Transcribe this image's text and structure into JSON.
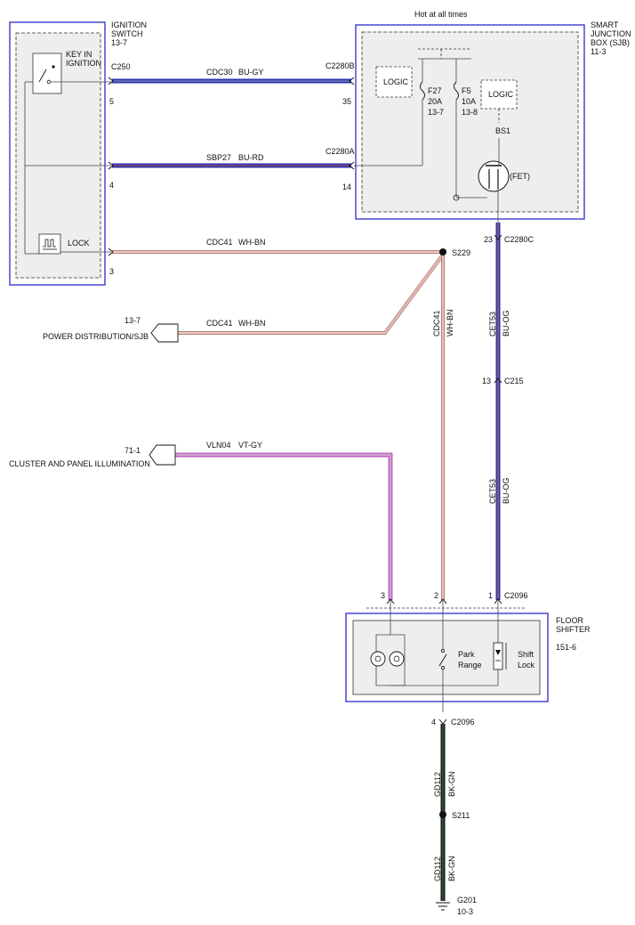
{
  "components": {
    "ignition_switch": {
      "title_line1": "IGNITION",
      "title_line2": "SWITCH",
      "ref": "13-7",
      "connector": "C250",
      "key_label_1": "KEY IN",
      "key_label_2": "IGNITION",
      "lock_label": "LOCK",
      "pins": [
        "5",
        "4",
        "3"
      ]
    },
    "sjb": {
      "title_line1": "SMART",
      "title_line2": "JUNCTION",
      "title_line3": "BOX (SJB)",
      "ref": "11-3",
      "hot_label": "Hot at all times",
      "logic_label": "LOGIC",
      "fuse1": {
        "name": "F27",
        "rating": "20A",
        "ref": "13-7"
      },
      "fuse2": {
        "name": "F5",
        "rating": "10A",
        "ref": "13-8"
      },
      "bs_label": "BS1",
      "fet_label": "(FET)"
    },
    "floor_shifter": {
      "title_line1": "FLOOR",
      "title_line2": "SHIFTER",
      "ref": "151-6",
      "park_1": "Park",
      "park_2": "Range",
      "shift_1": "Shift",
      "shift_2": "Lock"
    },
    "power_dist": {
      "ref": "13-7",
      "label": "POWER DISTRIBUTION/SJB"
    },
    "cluster": {
      "ref": "71-1",
      "label": "CLUSTER AND PANEL ILLUMINATION"
    },
    "ground": {
      "name": "G201",
      "ref": "10-3"
    }
  },
  "wires": {
    "cdc30": {
      "circuit": "CDC30",
      "color": "BU-GY",
      "connector": "C2280B",
      "pin": "35"
    },
    "sbp27": {
      "circuit": "SBP27",
      "color": "BU-RD",
      "connector": "C2280A",
      "pin": "14"
    },
    "cdc41_top": {
      "circuit": "CDC41",
      "color": "WH-BN"
    },
    "cdc41_pd": {
      "circuit": "CDC41",
      "color": "WH-BN"
    },
    "cdc41_vert": {
      "circuit": "CDC41",
      "color": "WH-BN"
    },
    "vln04": {
      "circuit": "VLN04",
      "color": "VT-GY"
    },
    "cet53_a": {
      "circuit": "CET53",
      "color": "BU-OG"
    },
    "cet53_b": {
      "circuit": "CET53",
      "color": "BU-OG"
    },
    "gd112_a": {
      "circuit": "GD112",
      "color": "BK-GN"
    },
    "gd112_b": {
      "circuit": "GD112",
      "color": "BK-GN"
    }
  },
  "connectors": {
    "c2280c": {
      "name": "C2280C",
      "pin": "23"
    },
    "c215": {
      "name": "C215",
      "pin": "13"
    },
    "c2096_top": {
      "name": "C2096",
      "pins": [
        "3",
        "2",
        "1"
      ]
    },
    "c2096_bot": {
      "name": "C2096",
      "pin": "4"
    }
  },
  "splices": {
    "s229": "S229",
    "s211": "S211"
  },
  "wire_colors": {
    "blue": "#2a35b0",
    "white_brown_stripe": "#b08070",
    "violet": "#c060c0",
    "black": "#1a1a1a",
    "red": "#c03030"
  }
}
